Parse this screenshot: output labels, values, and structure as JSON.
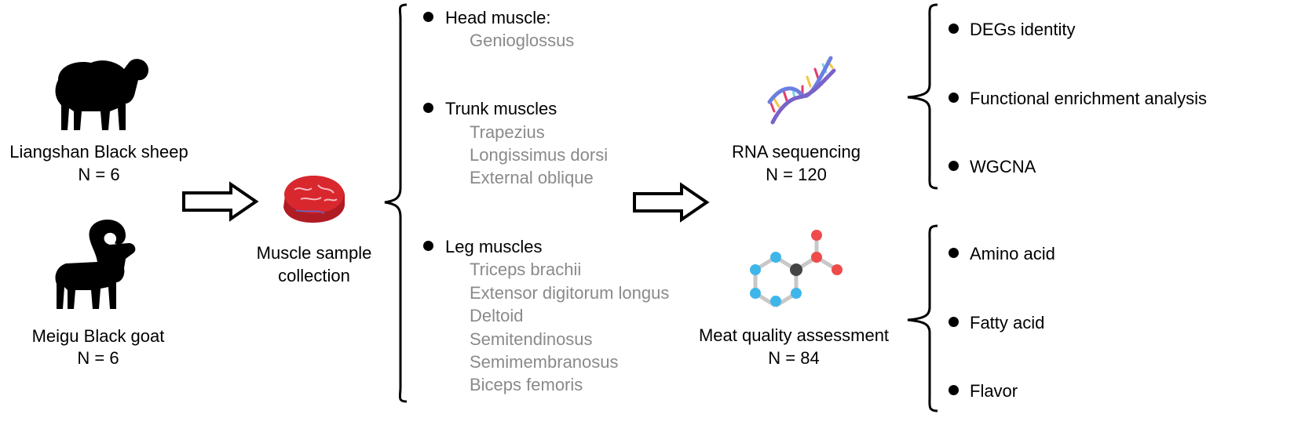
{
  "animals": {
    "sheep": {
      "name": "Liangshan Black sheep",
      "n": "N = 6",
      "icon": "sheep-silhouette-icon"
    },
    "goat": {
      "name": "Meigu Black goat",
      "n": "N = 6",
      "icon": "goat-silhouette-icon"
    }
  },
  "collection": {
    "line1": "Muscle sample",
    "line2": "collection",
    "icon": "meat-icon"
  },
  "muscle_groups": {
    "head": {
      "title": "Head muscle:",
      "items": [
        "Genioglossus"
      ]
    },
    "trunk": {
      "title": "Trunk muscles",
      "items": [
        "Trapezius",
        "Longissimus dorsi",
        "External oblique"
      ]
    },
    "leg": {
      "title": "Leg muscles",
      "items": [
        "Triceps brachii",
        "Extensor digitorum longus",
        "Deltoid",
        "Semitendinosus",
        "Semimembranosus",
        "Biceps femoris"
      ]
    }
  },
  "rna": {
    "title": "RNA sequencing",
    "n": "N = 120",
    "icon": "dna-icon"
  },
  "meat": {
    "title": "Meat quality assessment",
    "n": "N = 84",
    "icon": "molecule-icon"
  },
  "rna_outputs": [
    "DEGs identity",
    "Functional enrichment analysis",
    "WGCNA"
  ],
  "meat_outputs": [
    "Amino acid",
    "Fatty acid",
    "Flavor"
  ],
  "colors": {
    "muted_text": "#8a8a8a",
    "meat_red": "#d9272e",
    "dna_blue": "#6b7fe0",
    "atom_blue": "#3fb6ea",
    "atom_red": "#ef4b4b",
    "bond_gray": "#c8c8c8"
  }
}
